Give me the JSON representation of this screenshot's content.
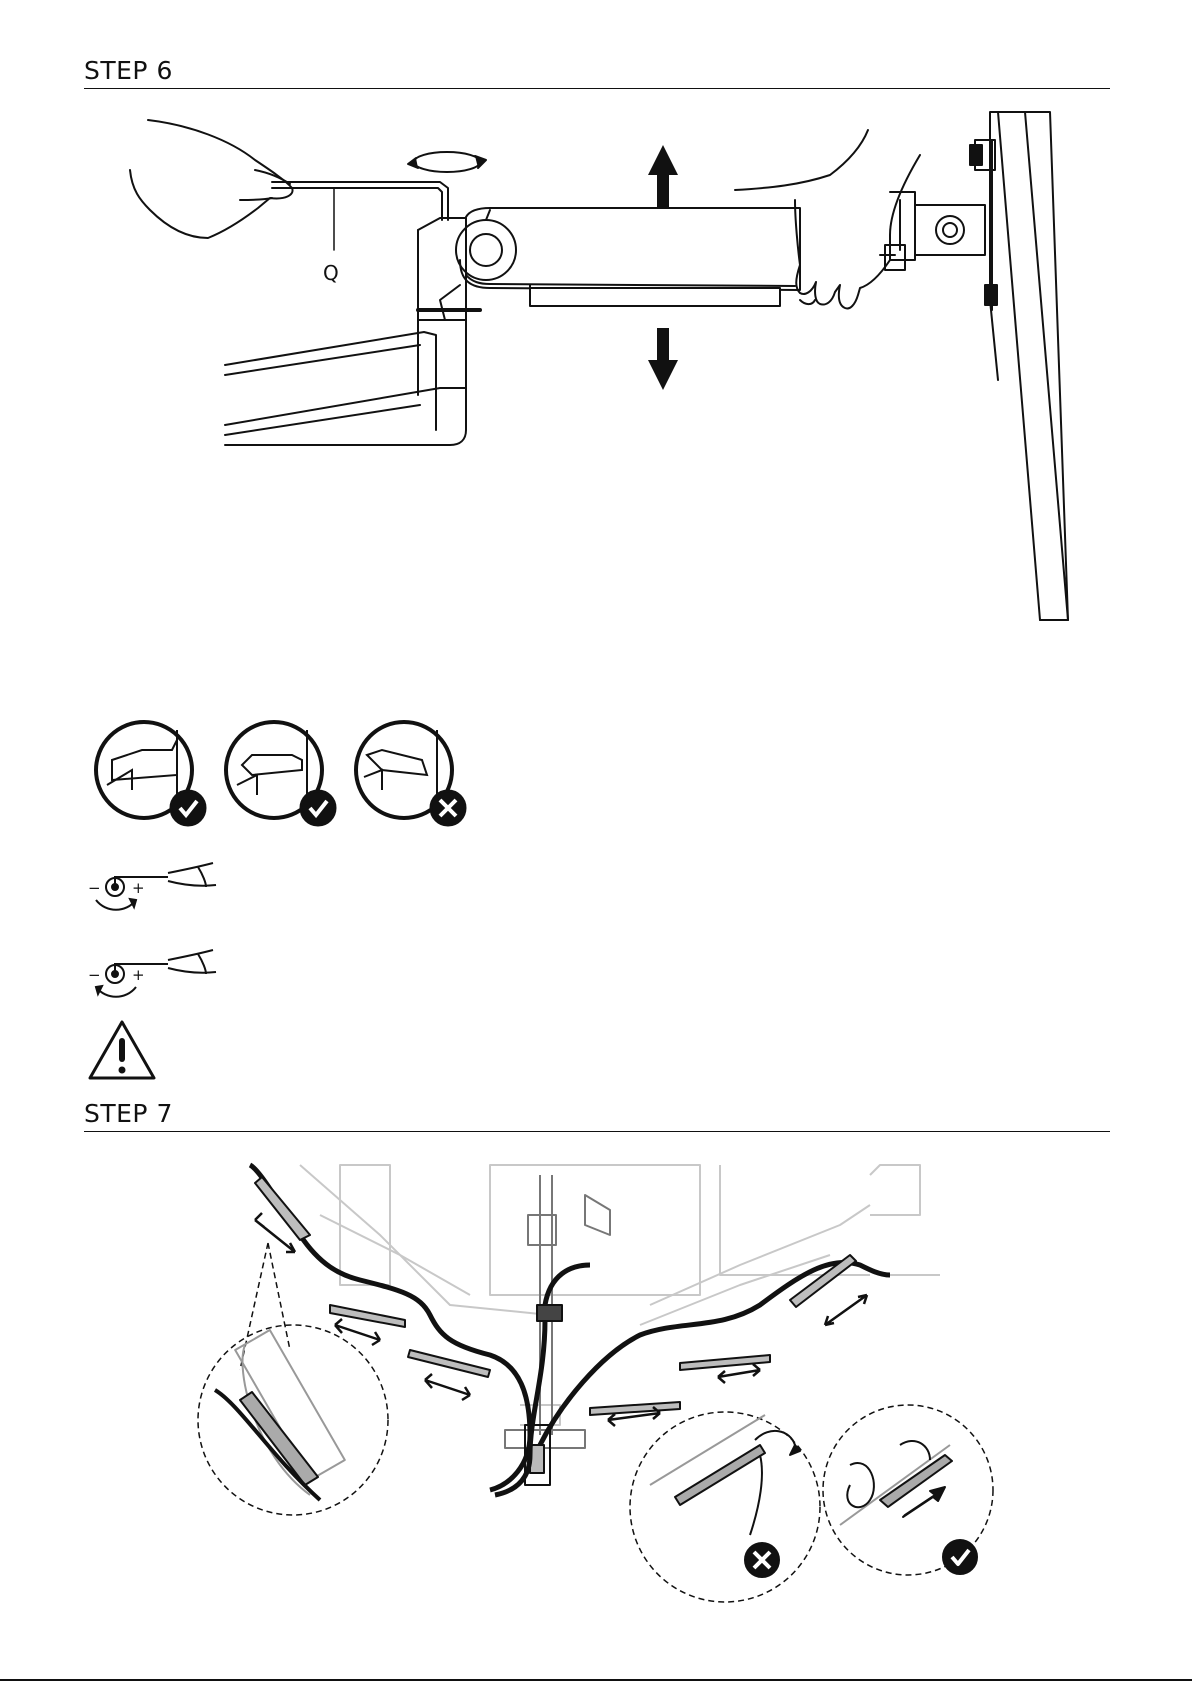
{
  "step6": {
    "heading": "STEP 6",
    "part_label": "Q"
  },
  "step7": {
    "heading": "STEP 7"
  },
  "icons": {
    "indicator_ok_1": "check-mark-icon",
    "indicator_ok_2": "check-mark-icon",
    "indicator_bad": "cross-mark-icon",
    "tension_increase": "rotate-clockwise-icon",
    "tension_decrease": "rotate-counterclockwise-icon",
    "warning": "warning-triangle-icon"
  },
  "tension_symbols": {
    "minus": "−",
    "plus": "+"
  },
  "colors": {
    "line": "#111111",
    "panel": "#ffffff",
    "cover_fill": "#bdbdbd",
    "faded": "#c8c8c8"
  }
}
